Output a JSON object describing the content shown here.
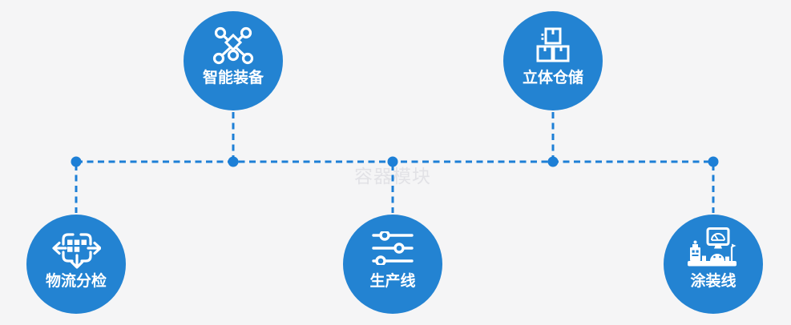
{
  "diagram": {
    "watermark": "容器模块",
    "nodes": [
      {
        "label": "智能装备",
        "icon": "network-nodes-icon",
        "row": "top"
      },
      {
        "label": "立体仓储",
        "icon": "stacked-boxes-icon",
        "row": "top"
      },
      {
        "label": "物流分检",
        "icon": "sort-dispatch-arrows-icon",
        "row": "bottom"
      },
      {
        "label": "生产线",
        "icon": "sliders-icon",
        "row": "bottom"
      },
      {
        "label": "涂装线",
        "icon": "coating-machine-icon",
        "row": "bottom"
      }
    ],
    "connection_style": "dashed-bus-with-junction-dots"
  },
  "colors": {
    "node_blue": "#2383d2",
    "line_blue": "#1d7fd6",
    "background": "#f5f5f6",
    "label_text": "#ffffff",
    "watermark_gray": "#e2e2e6"
  }
}
